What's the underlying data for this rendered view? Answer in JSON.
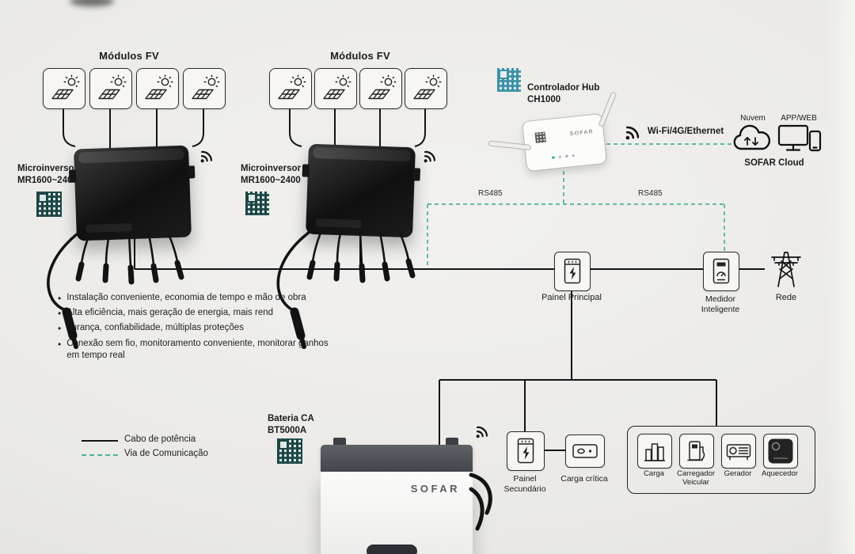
{
  "colors": {
    "comm_line": "#4fb39d",
    "power_line": "#141414"
  },
  "pv_groups": {
    "left_label": "Módulos FV",
    "right_label": "Módulos FV"
  },
  "microinverter_left": {
    "name": "Microinversor",
    "model": "MR1600~2400"
  },
  "microinverter_right": {
    "name": "Microinversor",
    "model": "MR1600~2400"
  },
  "hub": {
    "name": "Controlador  Hub",
    "model": "CH1000",
    "brand": "SOFAR"
  },
  "cloud_section": {
    "wifi_label": "Wi-Fi/4G/Ethernet",
    "cloud_label": "Nuvem",
    "app_label": "APP/WEB",
    "platform": "SOFAR Cloud"
  },
  "comm_labels": {
    "rs485_left": "RS485",
    "rs485_right": "RS485"
  },
  "grid_nodes": {
    "main_panel": "Painel Principal",
    "meter_line1": "Medidor",
    "meter_line2": "Inteligente",
    "grid": "Rede"
  },
  "battery": {
    "name": "Bateria CA",
    "model": "BT5000A",
    "brand": "SOFAR"
  },
  "load_nodes": {
    "sub_panel_line1": "Painel",
    "sub_panel_line2": "Secundário",
    "critical_load": "Carga crítica",
    "load": "Carga",
    "ev_charger_line1": "Carregador",
    "ev_charger_line2": "Veicular",
    "generator": "Gerador",
    "heater": "Aquecedor"
  },
  "features": [
    "Instalação conveniente, economia de tempo e mão de obra",
    "Alta eficiência, mais geração de energia, mais rend",
    "gurança, confiabilidade, múltiplas proteções",
    "Conexão sem fio, monitoramento conveniente, monitorar ganhos em tempo real"
  ],
  "legend": {
    "power_cable": "Cabo de potência",
    "comm_line": "Via de Comunicação"
  }
}
